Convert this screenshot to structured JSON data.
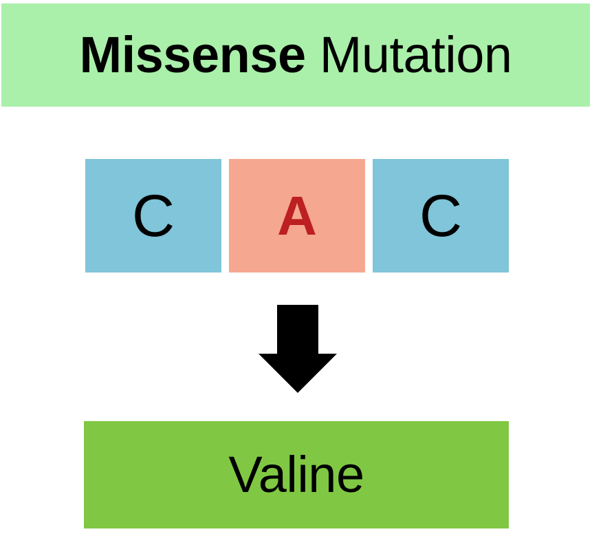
{
  "header": {
    "emphasis_word": "Missense",
    "separator": " ",
    "plain_word": "Mutation",
    "background_color": "#aaf0aa",
    "text_color": "#000000"
  },
  "codon": {
    "label": "codon-sequence",
    "bases": [
      {
        "letter": "C",
        "state": "normal",
        "background_color": "#80c5d9",
        "text_color": "#000000"
      },
      {
        "letter": "A",
        "state": "mutated",
        "background_color": "#f6a78f",
        "text_color": "#bc2020"
      },
      {
        "letter": "C",
        "state": "normal",
        "background_color": "#80c5d9",
        "text_color": "#000000"
      }
    ]
  },
  "arrow": {
    "direction": "down",
    "color": "#000000"
  },
  "result": {
    "label": "Valine",
    "background_color": "#80c843",
    "text_color": "#000000"
  }
}
